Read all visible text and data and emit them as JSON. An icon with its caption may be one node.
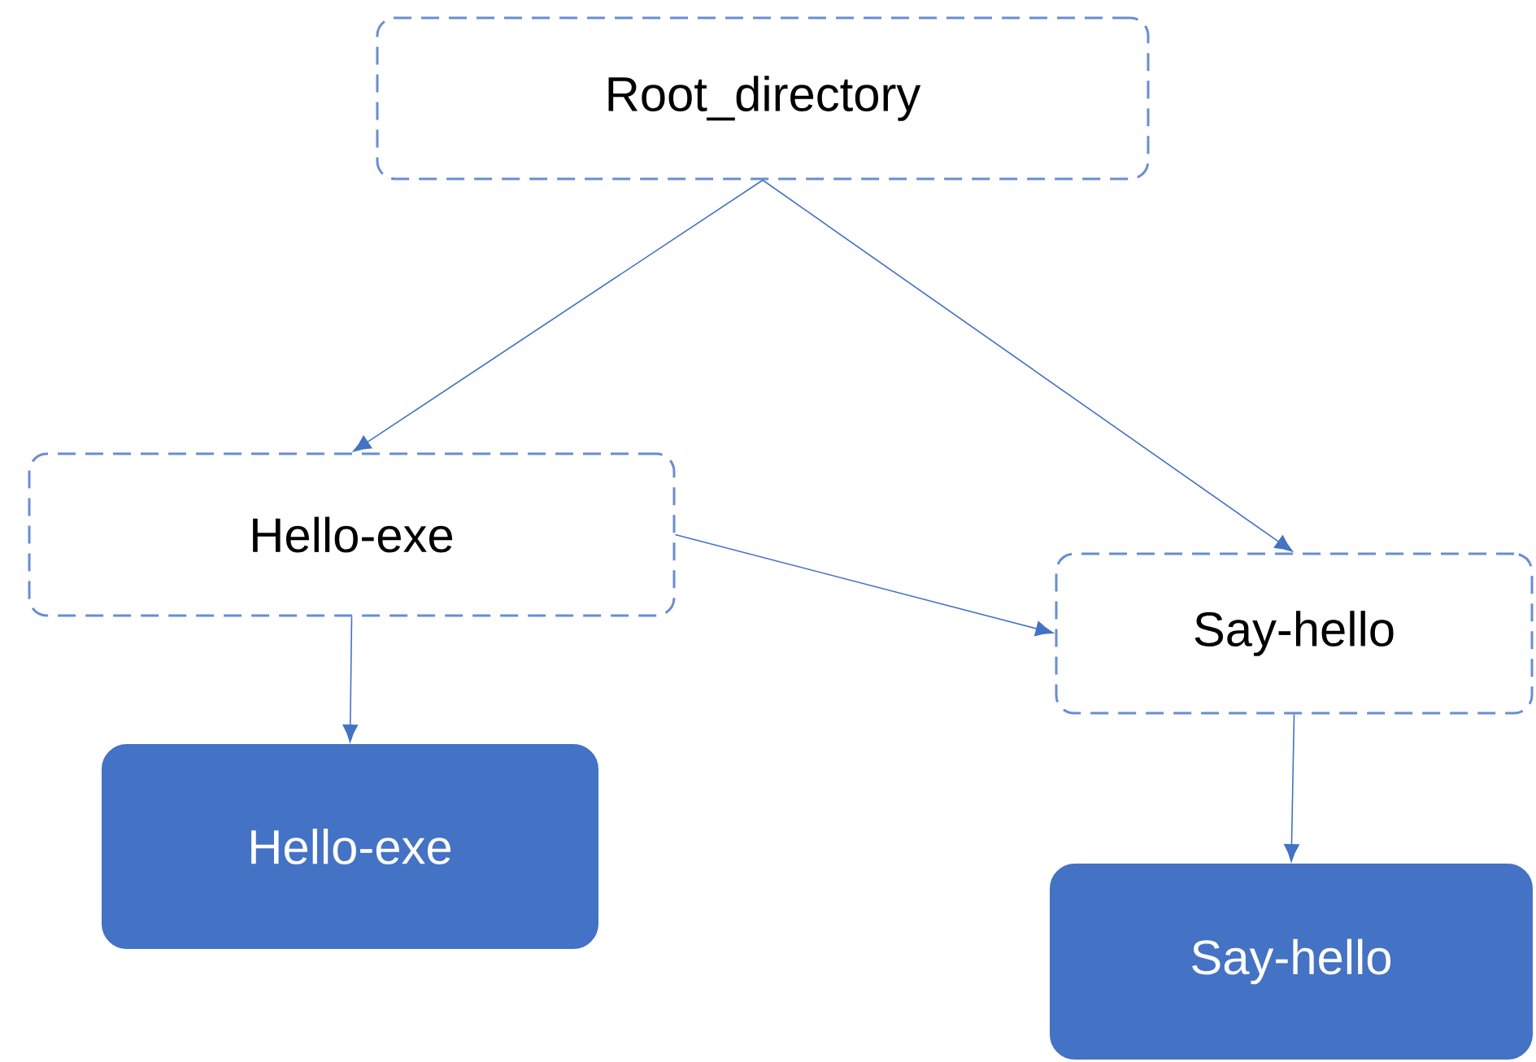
{
  "diagram": {
    "nodes": [
      {
        "text": [
          "Root_directory"
        ]
      },
      {
        "text": [
          "Hello-exe"
        ]
      },
      {
        "text": [
          "Say-hello"
        ]
      },
      {
        "text": [
          "Hello-exe"
        ]
      },
      {
        "text": [
          "Say-hello"
        ]
      }
    ],
    "edges": [
      {
        "from": 0,
        "to": 1,
        "arrow": "to"
      },
      {
        "from": 0,
        "to": 2,
        "arrow": "to"
      },
      {
        "from": 1,
        "to": 2,
        "arrow": "to"
      },
      {
        "from": 1,
        "to": 3,
        "arrow": "to"
      },
      {
        "from": 2,
        "to": 4,
        "arrow": "to"
      }
    ]
  }
}
